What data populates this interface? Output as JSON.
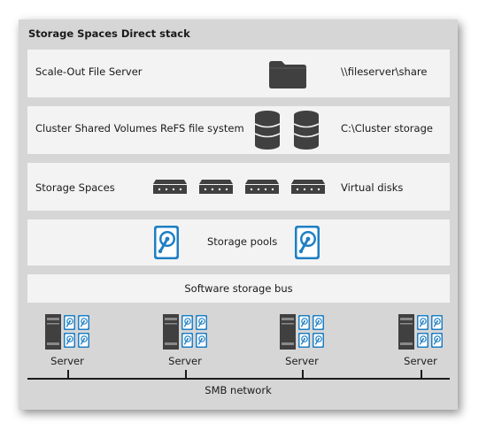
{
  "title": "Storage Spaces Direct stack",
  "layers": {
    "file_server": {
      "label": "Scale-Out File Server",
      "right_label": "\\\\fileserver\\share",
      "icon": "folder-icon"
    },
    "csv": {
      "label": "Cluster Shared Volumes ReFS file system",
      "right_label": "C:\\Cluster storage",
      "icon": "database-icon"
    },
    "spaces": {
      "label": "Storage Spaces",
      "right_label": "Virtual disks",
      "icon": "virtual-disk-icon"
    },
    "pools": {
      "label": "Storage pools",
      "icon": "hard-disk-icon"
    },
    "bus": {
      "label": "Software storage bus"
    }
  },
  "servers": [
    {
      "label": "Server"
    },
    {
      "label": "Server"
    },
    {
      "label": "Server"
    },
    {
      "label": "Server"
    }
  ],
  "network": {
    "label": "SMB network"
  },
  "colors": {
    "panel": "#d6d6d6",
    "band": "#f3f3f3",
    "icon_dark": "#404040",
    "disk_blue": "#1e7fc4"
  }
}
